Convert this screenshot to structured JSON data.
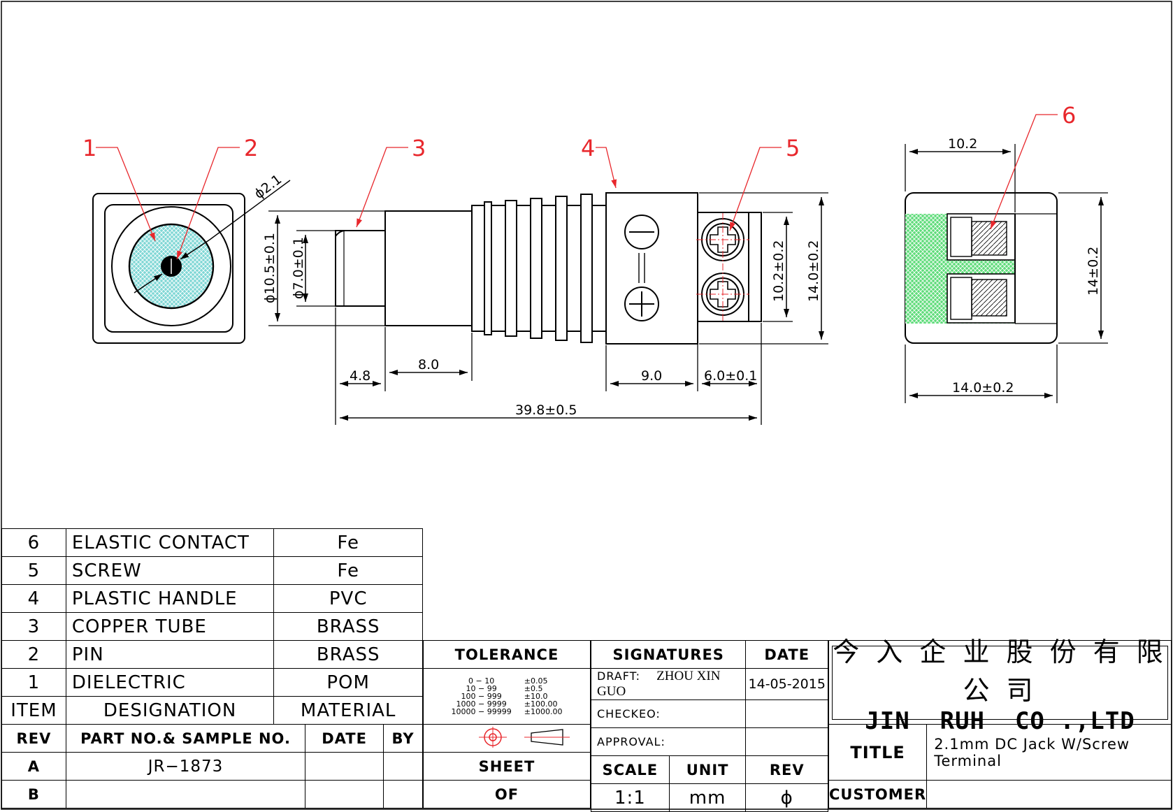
{
  "callouts": [
    "1",
    "2",
    "3",
    "4",
    "5",
    "6"
  ],
  "dimensions": {
    "pin_dia": "ϕ2.1",
    "outer_dia": "ϕ10.5±0.1",
    "tube_dia": "ϕ7.0±0.1",
    "len_4_8": "4.8",
    "len_8_0": "8.0",
    "len_9_0": "9.0",
    "len_6_0": "6.0±0.1",
    "total_len": "39.8±0.5",
    "height_10_2": "10.2±0.2",
    "height_14_0": "14.0±0.2",
    "side_width_top": "10.2",
    "side_height": "14±0.2",
    "side_width_bottom": "14.0±0.2"
  },
  "colors": {
    "callout": "#e8272c",
    "dielectric": "#7fd7d5",
    "terminal": "#5fdc7a",
    "line": "#000000"
  },
  "parts": [
    {
      "item": "6",
      "designation": "ELASTIC  CONTACT",
      "material": "Fe"
    },
    {
      "item": "5",
      "designation": "SCREW",
      "material": "Fe"
    },
    {
      "item": "4",
      "designation": "PLASTIC  HANDLE",
      "material": "PVC"
    },
    {
      "item": "3",
      "designation": "COPPER  TUBE",
      "material": "BRASS"
    },
    {
      "item": "2",
      "designation": "PIN",
      "material": "BRASS"
    },
    {
      "item": "1",
      "designation": "DIELECTRIC",
      "material": "POM"
    }
  ],
  "parts_header": {
    "item": "ITEM",
    "designation": "DESIGNATION",
    "material": "MATERIAL"
  },
  "revision_header": {
    "rev": "REV",
    "part_no": "PART NO.& SAMPLE NO.",
    "date": "DATE",
    "by": "BY"
  },
  "revision_rows": [
    {
      "rev": "A",
      "part_no": "JR−1873",
      "date": "",
      "by": ""
    },
    {
      "rev": "B",
      "part_no": "",
      "date": "",
      "by": ""
    }
  ],
  "tolerance": {
    "header": "TOLERANCE",
    "rows": [
      {
        "range": "0  −  10",
        "tol": "±0.05"
      },
      {
        "range": "10  −  99",
        "tol": "±0.5"
      },
      {
        "range": "100  −  999",
        "tol": "±10.0"
      },
      {
        "range": "1000  −  9999",
        "tol": "±100.00"
      },
      {
        "range": "10000  −  99999",
        "tol": "±1000.00"
      }
    ],
    "sheet": "SHEET",
    "of": "OF"
  },
  "signatures": {
    "header": "SIGNATURES",
    "date_header": "DATE",
    "draft_label": "DRAFT:",
    "draft_name": "ZHOU XIN GUO",
    "draft_date": "14-05-2015",
    "checked_label": "CHECKEO:",
    "approval_label": "APPROVAL:"
  },
  "scale": {
    "scale_label": "SCALE",
    "unit_label": "UNIT",
    "rev_label": "REV",
    "scale": "1:1",
    "unit": "mm",
    "rev": "ϕ"
  },
  "company": {
    "chinese": "今 入 企 业 股 份 有 限 公 司",
    "english": "JIN  RUH  CO .,LTD"
  },
  "title": {
    "label": "TITLE",
    "value": "2.1mm  DC  Jack  W/Screw Terminal"
  },
  "customer": {
    "label": "CUSTOMER",
    "value": ""
  }
}
